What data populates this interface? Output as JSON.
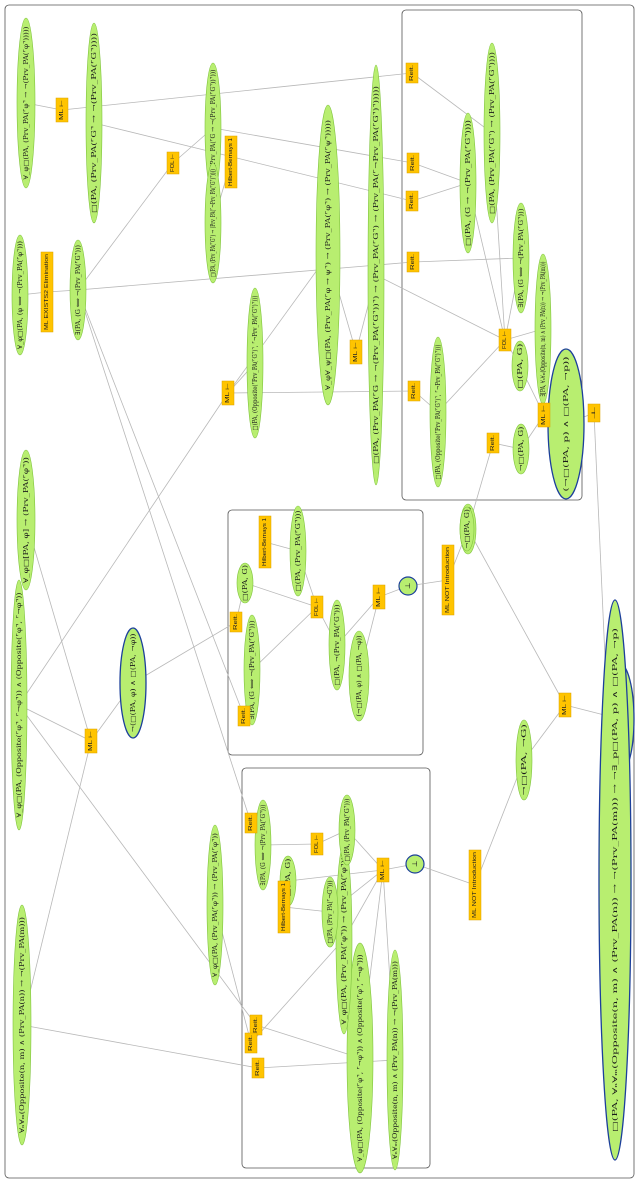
{
  "colors": {
    "node_fill": "#b8ee70",
    "node_stroke": "#7fc33d",
    "goal_stroke": "#1c3f9b",
    "rule_fill": "#ffc400",
    "rule_stroke": "#d9a100",
    "edge": "#b8b8b8",
    "box": "#555555"
  },
  "formulas": {
    "f1": "∀ₙ∀ₘ(Opposite(n, m) ∧ (Prv_PA(n)) → ¬(Prv_PA(m)))",
    "f2": "∀_φ□(PA, (Opposite(⌜φ⌝, ⌜¬φ⌝)) ∧ (Opposite(⌜φ⌝, ⌜¬φ⌝))",
    "f3": "∀_φ□[PA, φ] → (Prv_PA(⌜φ⌝))",
    "f4": "∀_φ□(PA, (φ ⟺ ¬(Prv_PA(⌜φ⌝)))",
    "f5": "∀_φ□(PA, (Prv_PA(⌜φ⌝ → ¬(Prv_PA(⌜φ⌝)))))",
    "f6": "□(PA, (Prv_PA(⌜G⌝ → ¬(Prv_PA(⌜G⌝))))",
    "f7": "∃(PA, (G ⟺ ¬(Prv_PA(⌜G⌝)))",
    "f8": "¬(□(PA, φ) ∧ □(PA, ¬φ))",
    "f9": "∀_φ□(PA, (Prv_PA(⌜φ⌝)) → (Prv_PA(⌜φ⌝))",
    "f10": "□(PA, (Opposite(⌜Prv_PA(⌜G⌝)⌝, ⌜¬Prv_PA(⌜G⌝)⌝)))",
    "f11": "∀_φ∀_ψ□(PA, (Prv_PA(⌜φ → ψ⌝) → (Prv_PA(⌜φ⌝) → (Prv_PA(⌜ψ⌝)))))",
    "f12": "□(PA, (Prv_PA(⌜G → ¬(Prv_PA(⌜G⌝))⌝) → (Prv_PA(⌜G⌝) → (Prv_PA(⌜¬Prv_PA(⌜G⌝)⌝)))))",
    "f13": "□(PA, (Prv_PA(⌜G → ¬(Prv_PA(⌜G⌝))⌝)))",
    "f14": "□(PA, (Prv_PA(⌜G⌝) → (Prv_PA(⌜¬Prv_PA(⌜G⌝)⌝))))",
    "f15": "□(PA, (Opposite(⌜Prv_PA(⌜G⌝)⌝, ⌜¬Prv_PA(⌜G⌝)⌝)))",
    "f16": "□(PA, (Prv_PA(⌜G⌝) → (Prv_PA(⌜G⌝))))",
    "f17": "□(PA, (G → ¬(Prv_PA(⌜G⌝))))",
    "f18": "∃(PA, (G ⟺ ¬(Prv_PA(⌜G⌝)))",
    "f19": "∃[PA, ∀ₙ∀ₘ(Opposite(n, m) ∧ (Prv_PA(n)) → ¬(Prv_PA(m)))",
    "f20": "□(PA, G)",
    "f21": "¬□(PA, G)",
    "f22": "(¬□(PA, p) ∧ □(PA, ¬p))",
    "f23": "□(PA, G)",
    "f24": "□(PA, (Prv_PA(⌜G⌝)))",
    "f25": "∃(PA, (G ⟺ ¬(Prv_PA(⌜G⌝)))",
    "f26": "□(PA, ¬(Prv_PA(⌜G⌝)))",
    "f27": "(¬□(PA, φ) ∧ □(PA, ¬φ))",
    "f28": "¬□(PA, G)",
    "f29": "∀_φ□(PA, (Opposite(⌜φ⌝, ⌜¬φ⌝)) ∧ (Opposite(⌜φ⌝, ⌜¬φ⌝)))",
    "f30": "∀ₙ∀ₘ(Opposite(n, m) ∧ (Prv_PA(n)) → ¬(Prv_PA(m)))",
    "f31": "∀_φ□(PA, (Prv_PA(⌜φ⌝)) → (Prv_PA(⌜φ⌝)))",
    "f32": "∃(PA, (G ⟺ ¬(Prv_PA(⌜G⌝)))",
    "f33": "□(PA, (Prv_PA(⌜G⌝)))",
    "f34": "¬□(PA, G)",
    "f35": "□(PA, (Prv_PA(⌜¬G⌝)))",
    "f36": "¬□(PA, ¬G)",
    "f37": "¬□(PA, φ) ∧ ¬□(PA, ¬φ)",
    "f38": "¬□(PA, G)",
    "f39": "□(PA, ∀ₙ∀ₘ(Opposite(n, m) ∧ (Prv_PA(n)) → ¬(Prv_PA(m))) → ¬∃_p□(PA, p) ∧ □(PA, ¬p)"
  },
  "rules": {
    "mlb": "ML ⊢",
    "exists": "ML EXISTS2 Elimination",
    "fol": "FOL ⊢",
    "hb": "Hilbert-Bernays 1",
    "reit": "Reit.",
    "not_intro": "ML NOT Introduction",
    "falsum": "⊥"
  }
}
